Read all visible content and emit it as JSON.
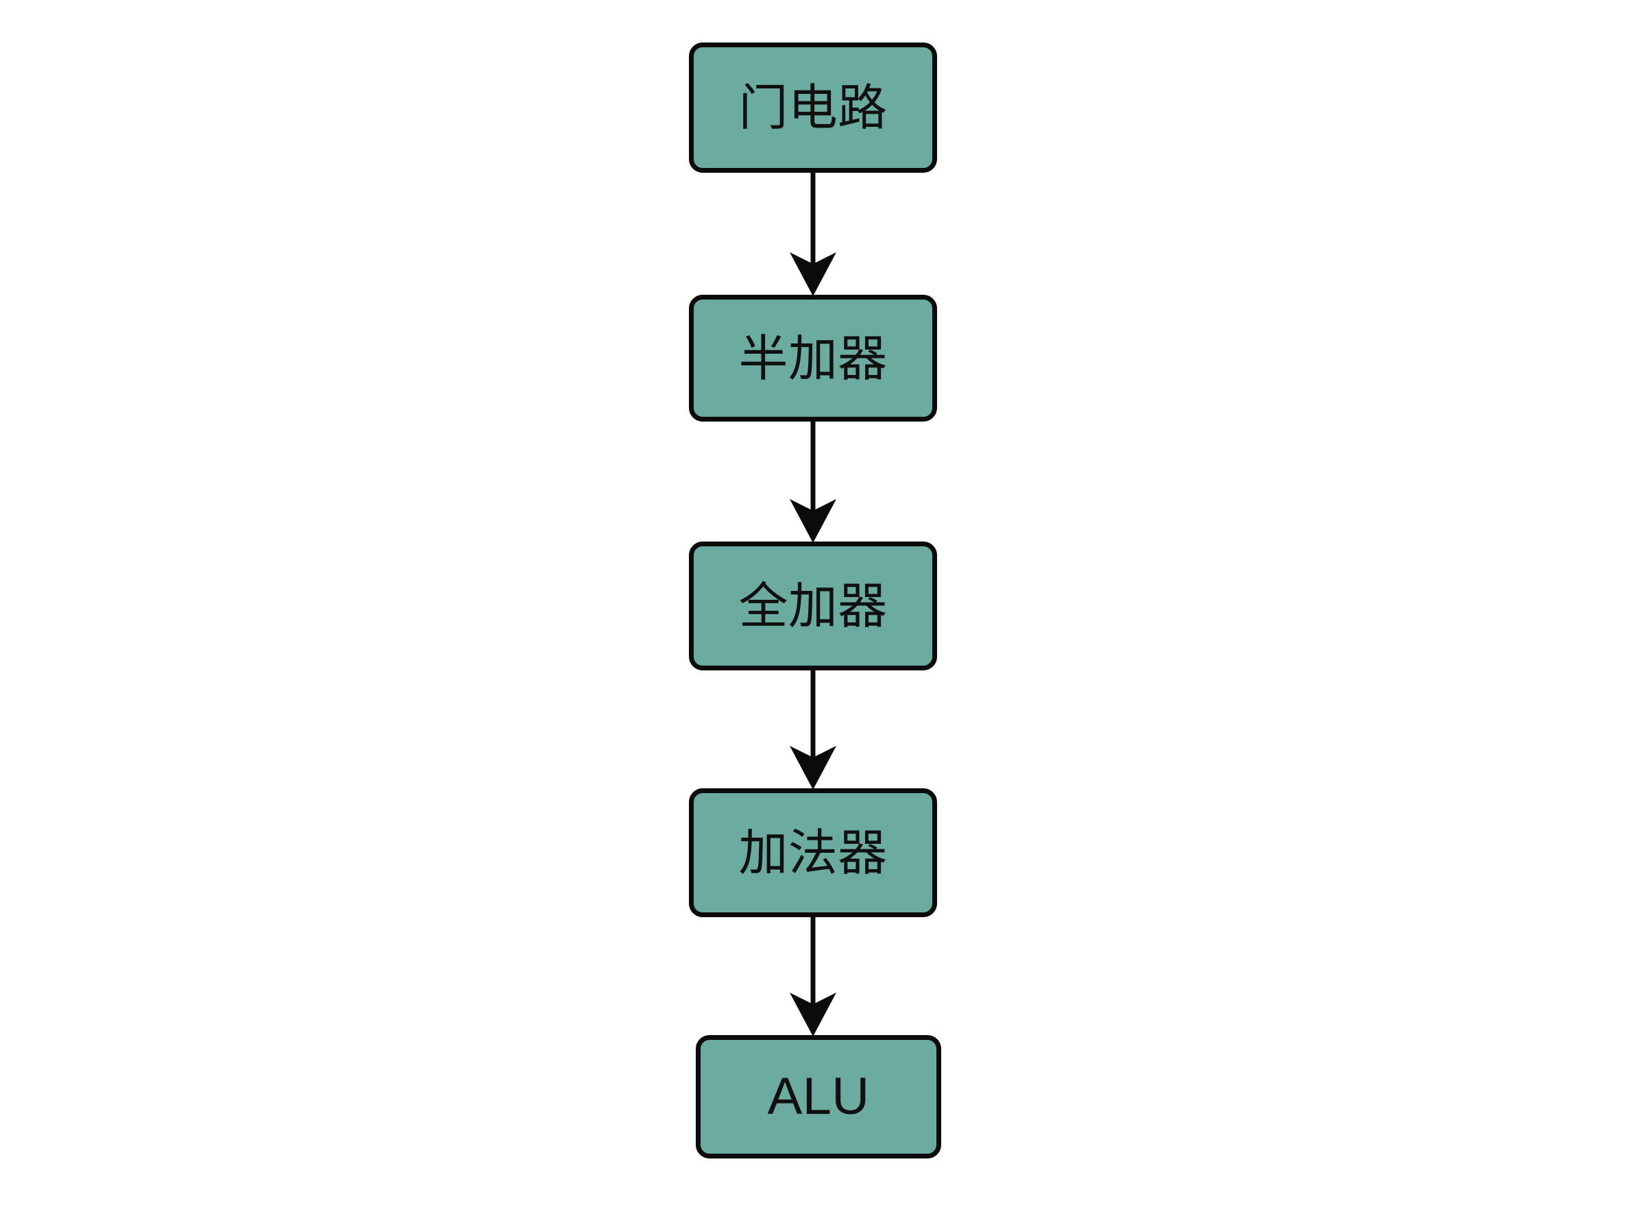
{
  "diagram": {
    "type": "flowchart",
    "orientation": "top-to-bottom",
    "background_color": "#ffffff",
    "node_fill_color": "#6cab9f",
    "node_stroke_color": "#0b0b0b",
    "edge_color": "#0b0b0b",
    "text_color": "#101010",
    "nodes": [
      {
        "id": "gate",
        "label": "门电路"
      },
      {
        "id": "half",
        "label": "半加器"
      },
      {
        "id": "full",
        "label": "全加器"
      },
      {
        "id": "adder",
        "label": "加法器"
      },
      {
        "id": "alu",
        "label": "ALU"
      }
    ],
    "edges": [
      {
        "from": "gate",
        "to": "half",
        "arrowhead": "barbed",
        "label": ""
      },
      {
        "from": "half",
        "to": "full",
        "arrowhead": "barbed",
        "label": ""
      },
      {
        "from": "full",
        "to": "adder",
        "arrowhead": "barbed",
        "label": ""
      },
      {
        "from": "adder",
        "to": "alu",
        "arrowhead": "barbed",
        "label": ""
      }
    ]
  }
}
